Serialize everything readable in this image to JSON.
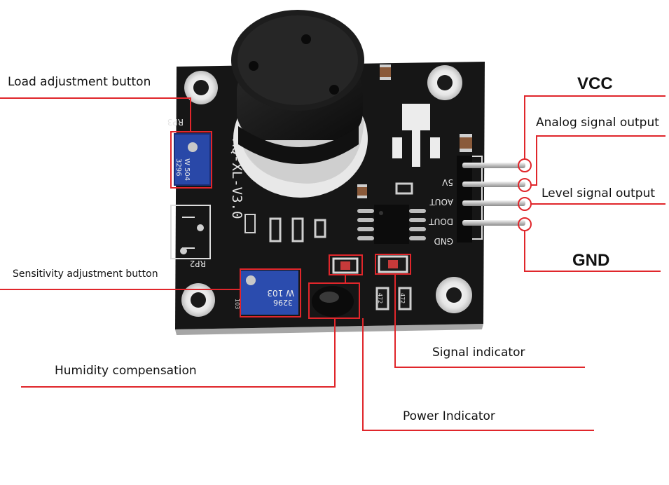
{
  "module": {
    "silkscreen_model": "MQ-XL-V3.0",
    "rp3_label": "RP3",
    "rp2_label": "RP2",
    "rp3_pot_text": "W 504",
    "rp3_pot_code": "3296",
    "rp2_pot_text": "W 103",
    "rp2_pot_code": "3296",
    "resistor_code": "472",
    "small_label": "103",
    "pins": [
      "5V",
      "AOUT",
      "DOUT",
      "GND"
    ]
  },
  "callouts": {
    "load_adjustment": "Load adjustment button",
    "sensitivity_adjustment": "Sensitivity adjustment button",
    "humidity_compensation": "Humidity compensation",
    "signal_indicator": "Signal indicator",
    "power_indicator": "Power Indicator",
    "vcc": "VCC",
    "analog_output": "Analog signal output",
    "level_output": "Level signal output",
    "gnd": "GND"
  },
  "colors": {
    "callout_line": "#e0262b",
    "pcb": "#161616",
    "pot_blue": "#2948a8",
    "sensor_cap": "#1a1a1a",
    "sensor_ring": "#ececec"
  }
}
